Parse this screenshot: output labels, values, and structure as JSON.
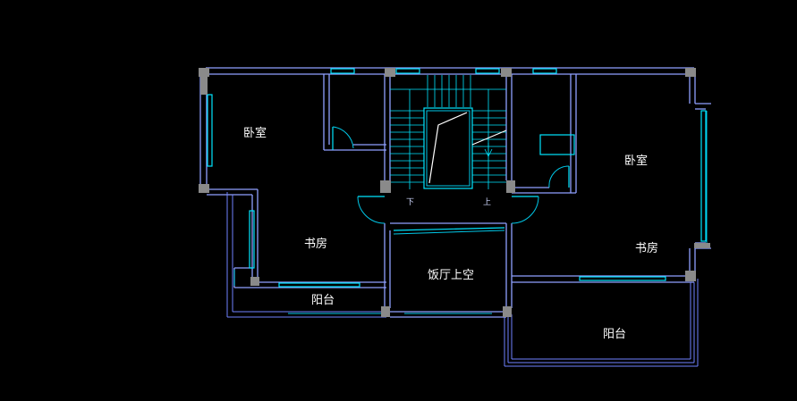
{
  "rooms": {
    "bedroom_left": "卧室",
    "study_left": "书房",
    "balcony_left": "阳台",
    "dining_void": "饭厅上空",
    "bedroom_right": "卧室",
    "study_right": "书房",
    "balcony_right": "阳台"
  },
  "stair": {
    "down_label": "下",
    "up_label": "上"
  },
  "colors": {
    "background": "#000000",
    "wall": "#8fa0ff",
    "window": "#00e5ff",
    "column": "#8a8a8a",
    "text": "#ffffff"
  }
}
